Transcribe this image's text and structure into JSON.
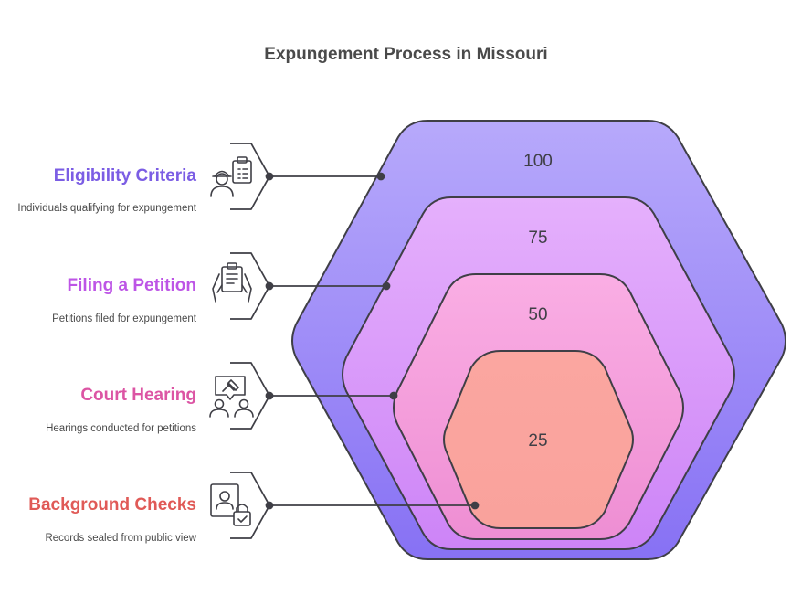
{
  "title": "Expungement Process in Missouri",
  "colors": {
    "stroke": "#3f3f46",
    "eligibility": "#7b5de4",
    "petition": "#bd55e6",
    "hearing": "#dc55a4",
    "background": "#e05a57"
  },
  "stages": [
    {
      "label": "Eligibility Criteria",
      "description": "Individuals qualifying for expungement",
      "value": "100",
      "icon": "worker-clipboard-icon"
    },
    {
      "label": "Filing a Petition",
      "description": "Petitions filed for expungement",
      "value": "75",
      "icon": "hands-document-icon"
    },
    {
      "label": "Court Hearing",
      "description": "Hearings conducted for petitions",
      "value": "50",
      "icon": "gavel-people-icon"
    },
    {
      "label": "Background Checks",
      "description": "Records sealed from public view",
      "value": "25",
      "icon": "profile-lock-icon"
    }
  ]
}
